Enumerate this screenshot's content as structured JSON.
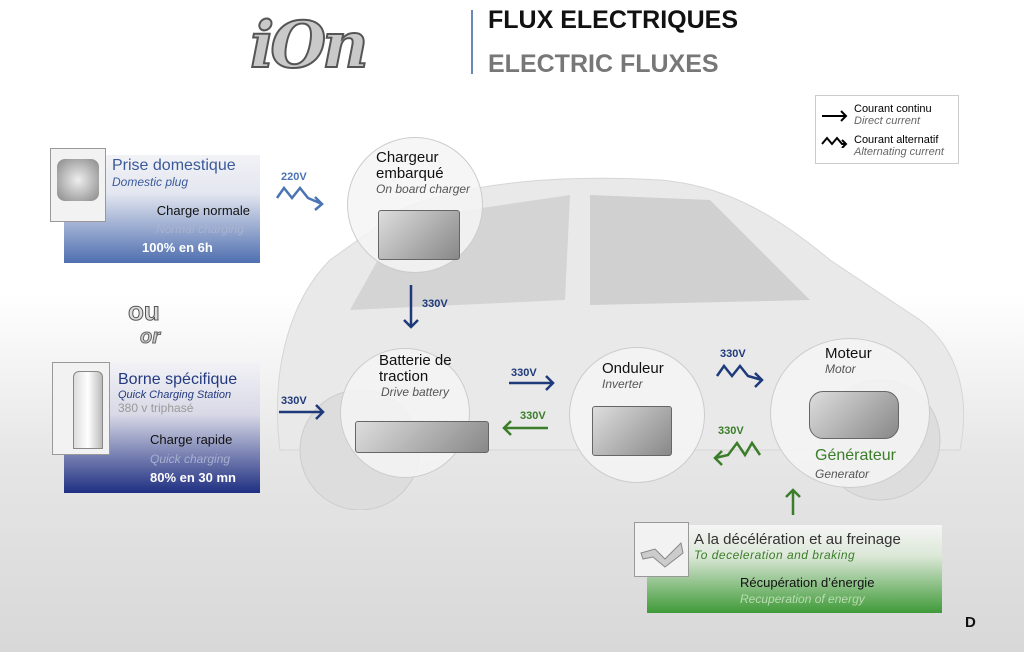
{
  "header": {
    "logo": "iOn",
    "title_fr": "FLUX ELECTRIQUES",
    "title_en": "ELECTRIC FLUXES"
  },
  "legend": {
    "dc_fr": "Courant continu",
    "dc_en": "Direct current",
    "ac_fr": "Courant alternatif",
    "ac_en": "Alternating current"
  },
  "domestic": {
    "title": "Prise domestique",
    "subtitle": "Domestic plug",
    "mode": "Charge normale",
    "mode_en": "Normal charging",
    "time": "100% en 6h"
  },
  "or": {
    "fr": "ou",
    "en": "or"
  },
  "station": {
    "title": "Borne spécifique",
    "subtitle": "Quick Charging Station",
    "spec": "380 v triphasé",
    "mode": "Charge rapide",
    "mode_en": "Quick charging",
    "time": "80% en 30 mn"
  },
  "charger": {
    "title": "Chargeur embarqué",
    "subtitle": "On board charger"
  },
  "battery": {
    "title": "Batterie de traction",
    "subtitle": "Drive battery"
  },
  "inverter": {
    "title": "Onduleur",
    "subtitle": "Inverter"
  },
  "motor": {
    "title": "Moteur",
    "subtitle": "Motor",
    "gen": "Générateur",
    "gen_en": "Generator"
  },
  "voltages": {
    "in_ac": "220V",
    "charger_out": "330V",
    "station_in": "330V",
    "bat_to_inv": "330V",
    "inv_to_bat": "330V",
    "inv_to_motor": "330V",
    "motor_to_inv": "330V"
  },
  "recup": {
    "title": "A la décélération et au freinage",
    "subtitle": "To deceleration and braking",
    "label": "Récupération d’énergie",
    "label_en": "Recuperation of energy"
  },
  "corner": "D",
  "colors": {
    "blue": "#1f3a7a",
    "green": "#3b7d2a"
  }
}
